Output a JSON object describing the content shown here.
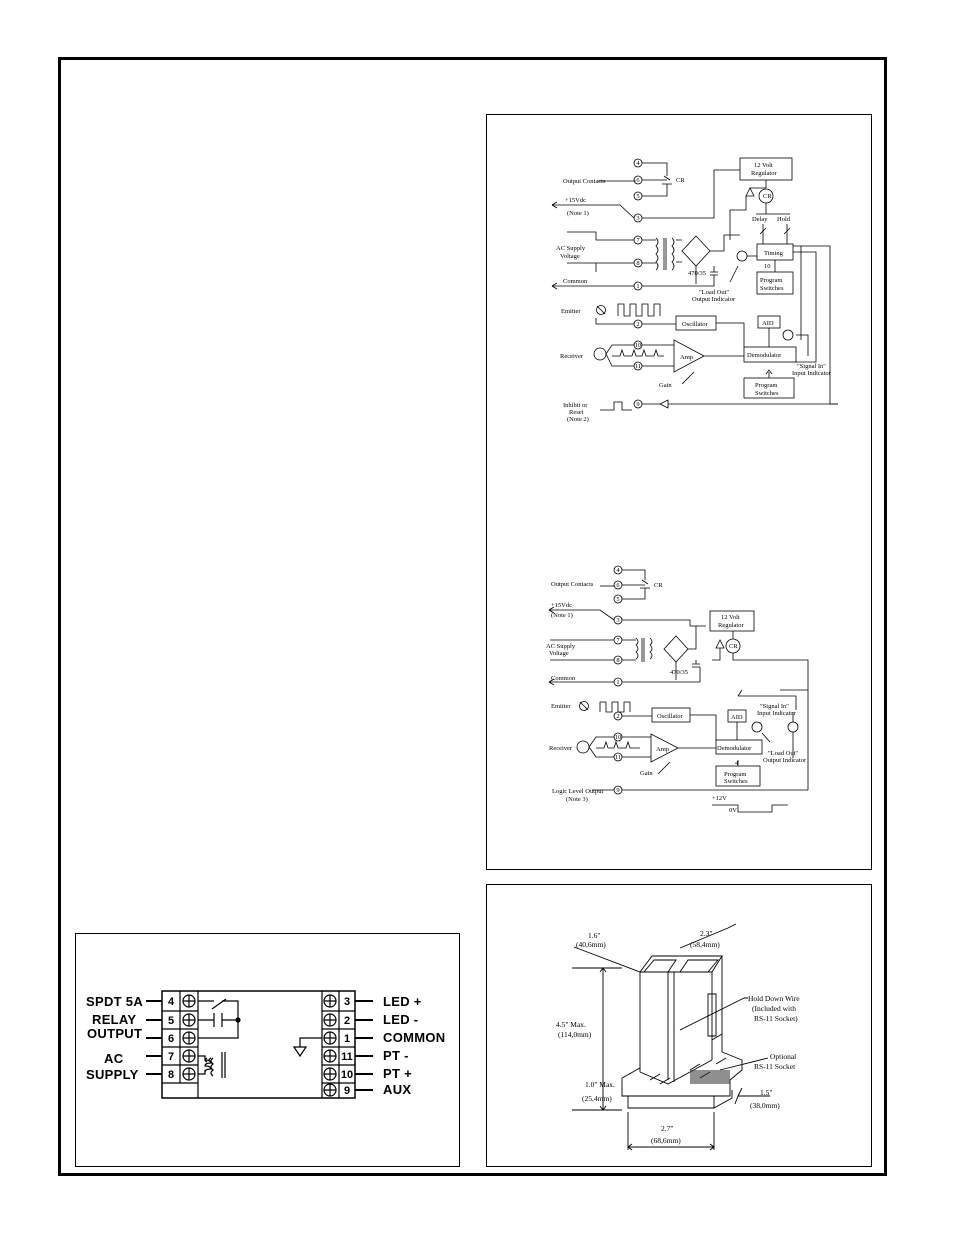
{
  "schematic_a": {
    "output_contacts": "Output Contacts",
    "cr": "CR",
    "plus15": "+15Vdc",
    "note1": "(Note 1)",
    "ac_supply_1": "AC Supply",
    "ac_supply_2": "Voltage",
    "common": "Common",
    "emitter": "Emitter",
    "receiver": "Receiver",
    "gain": "Gain",
    "inhibit_1": "Inhibit or",
    "inhibit_2": "Reset",
    "note2": "(Note 2)",
    "regulator_1": "12 Volt",
    "regulator_2": "Regulator",
    "delay": "Delay",
    "hold": "Hold",
    "timing": "Timing",
    "program_1": "Program",
    "program_2": "Switches",
    "oscillator": "Oscillator",
    "aid": "AID",
    "amp": "Amp",
    "demodulator": "Demodulator",
    "cap": "470/35",
    "load_out_1": "\"Load Out\"",
    "load_out_2": "Output Indicator",
    "signal_in_1": "\"Signal In\"",
    "signal_in_2": "Input Indicator",
    "cr_coil": "CR",
    "ten": "10",
    "pins": [
      "4",
      "6",
      "5",
      "3",
      "7",
      "8",
      "1",
      "2",
      "10",
      "11",
      "9"
    ]
  },
  "schematic_b": {
    "output_contacts": "Output Contacts",
    "cr": "CR",
    "plus15": "+15Vdc",
    "note1": "(Note 1)",
    "ac_supply_1": "AC Supply",
    "ac_supply_2": "Voltage",
    "common": "Common",
    "emitter": "Emitter",
    "receiver": "Receiver",
    "gain": "Gain",
    "logic_1": "Logic Level Output",
    "logic_2": "(Note 3)",
    "regulator_1": "12 Volt",
    "regulator_2": "Regulator",
    "oscillator": "Oscillator",
    "aid": "AID",
    "amp": "Amp",
    "demodulator": "Demodulator",
    "program_1": "Program",
    "program_2": "Switches",
    "cap": "470/35",
    "signal_in_1": "\"Signal In\"",
    "signal_in_2": "Input Indicator",
    "load_out_1": "\"Load Out\"",
    "load_out_2": "Output Indicator",
    "v12": "+12V",
    "v0": "0V",
    "cr_coil": "CR",
    "four": "4",
    "pins": [
      "4",
      "6",
      "5",
      "3",
      "7",
      "8",
      "1",
      "2",
      "10",
      "11",
      "9"
    ]
  },
  "wiring": {
    "left_labels": [
      "SPDT  5A",
      "RELAY",
      "OUTPUT",
      "AC",
      "SUPPLY"
    ],
    "left_terminals": [
      "4",
      "5",
      "6",
      "7",
      "8"
    ],
    "right_terminals": [
      "3",
      "2",
      "1",
      "11",
      "10",
      "9"
    ],
    "right_labels": [
      "LED +",
      "LED -",
      "COMMON",
      "PT -",
      "PT +",
      "AUX"
    ]
  },
  "dimensions": {
    "d1_in": "1.6\"",
    "d1_mm": "(40,6mm)",
    "d2_in": "2.3\"",
    "d2_mm": "(58,4mm)",
    "d3_in": "4.5\" Max.",
    "d3_mm": "(114,0mm)",
    "d4_in": "1.0\" Max.",
    "d4_mm": "(25,4mm)",
    "d5_in": "2.7\"",
    "d5_mm": "(68,6mm)",
    "d6_in": "1.5\"",
    "d6_mm": "(38,0mm)",
    "hold_1": "Hold Down Wire",
    "hold_2": "(Included with",
    "hold_3": "RS-11 Socket)",
    "socket_1": "Optional",
    "socket_2": "RS-11 Socket"
  }
}
